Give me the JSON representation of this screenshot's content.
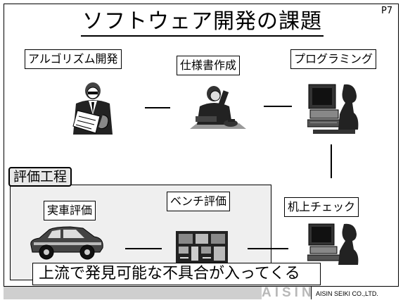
{
  "slide": {
    "title": "ソフトウェア開発の課題",
    "page_number": "P7"
  },
  "steps": {
    "algorithm": "アルゴリズム開発",
    "spec": "仕様書作成",
    "programming": "プログラミング",
    "desk_check": "机上チェック",
    "vehicle_eval": "実車評価",
    "bench_eval": "ベンチ評価"
  },
  "evaluation_section": {
    "label": "評価工程"
  },
  "banner": {
    "text": "上流で発見可能な不具合が入ってくる"
  },
  "footer": {
    "logo": "AISIN",
    "company": "AISIN SEIKI CO.,LTD."
  },
  "icons": [
    "businessman-reading-icon",
    "man-on-phone-icon",
    "person-at-computer-icon",
    "car-icon",
    "test-bench-icon"
  ]
}
